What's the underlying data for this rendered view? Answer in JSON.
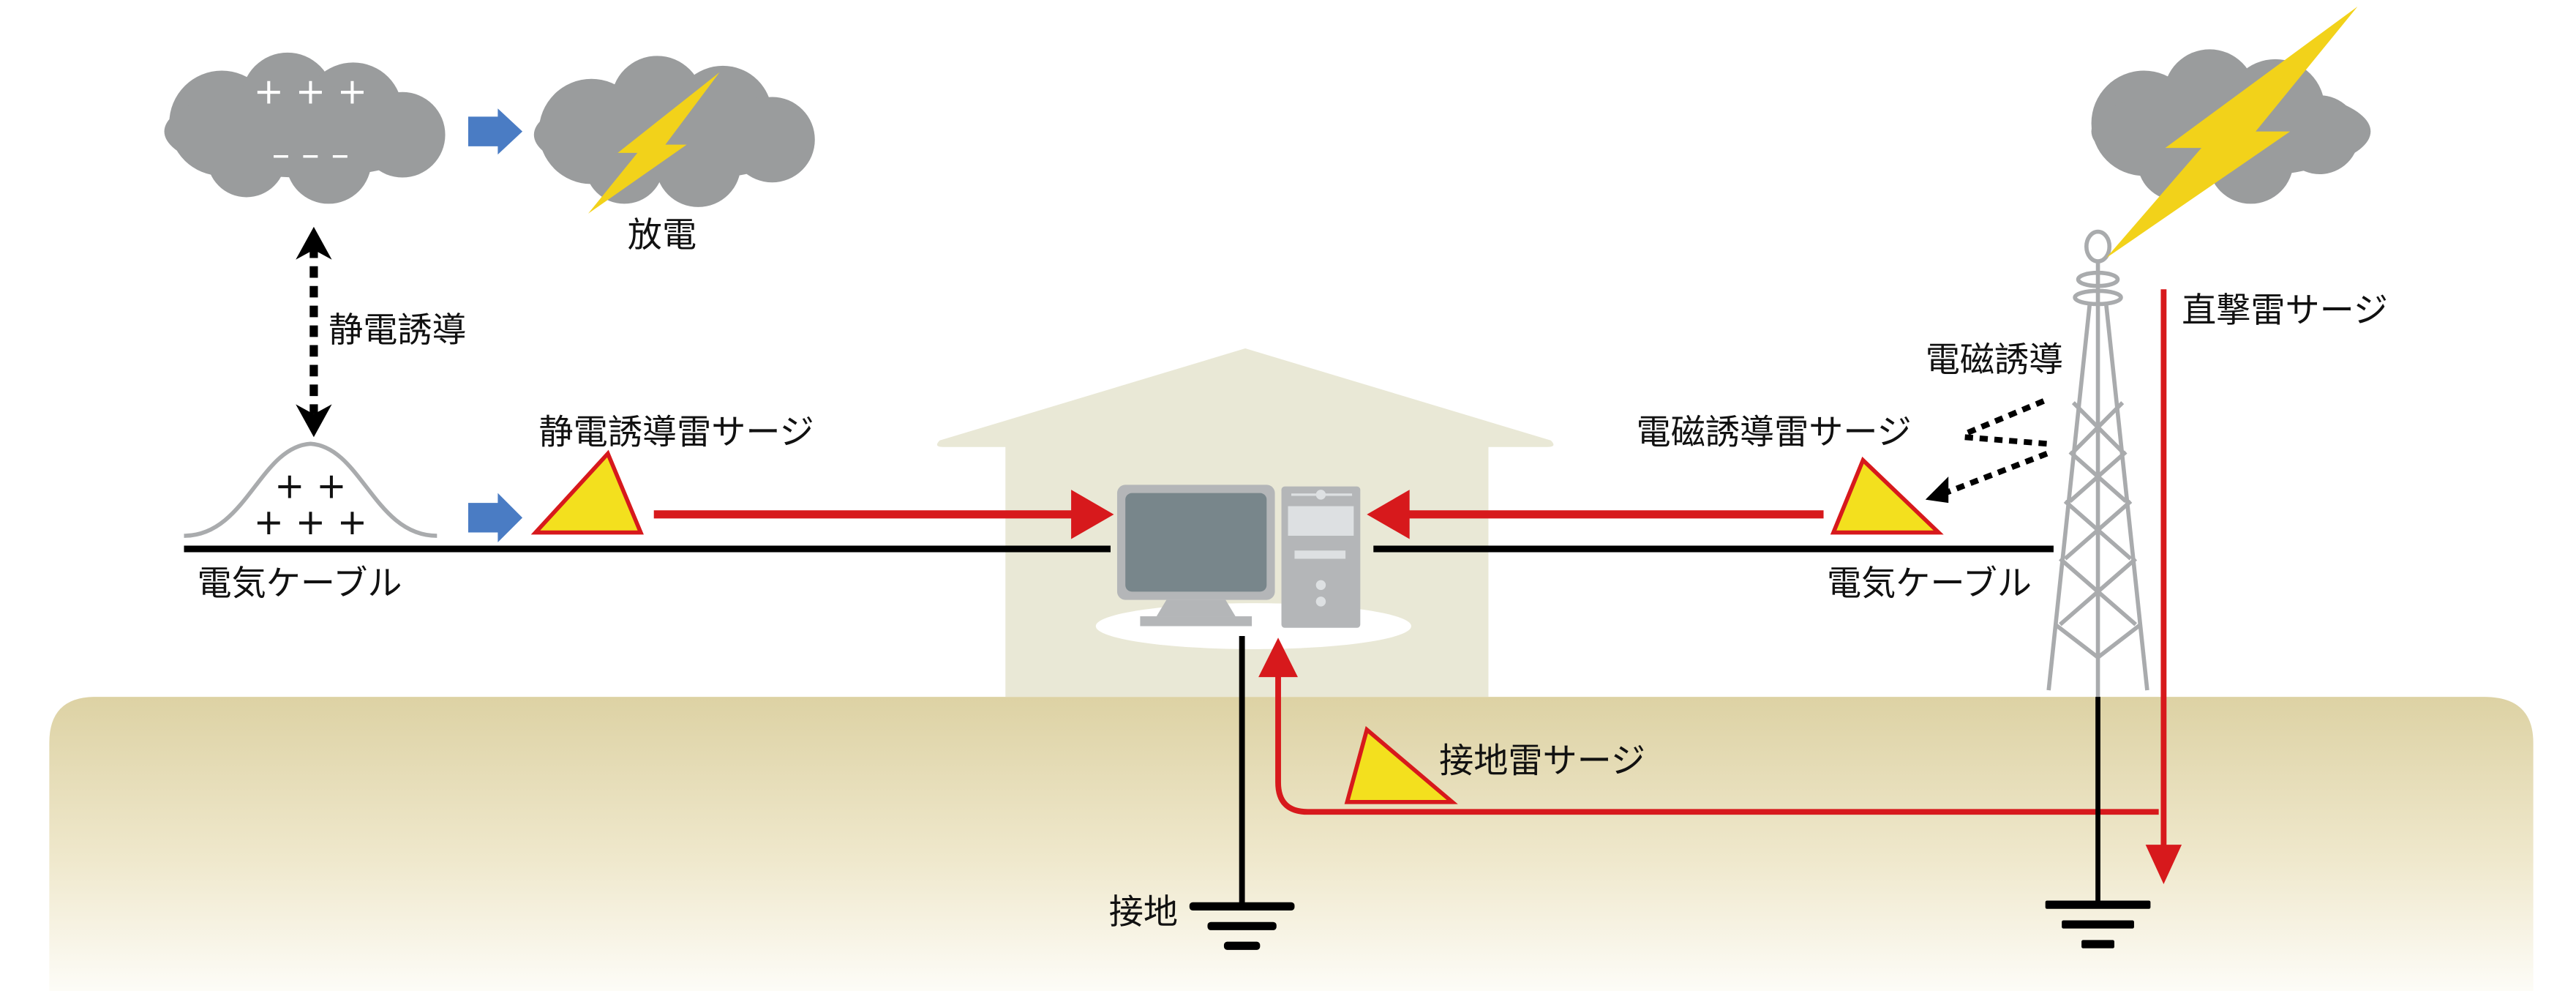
{
  "title": "雷サージの侵入経路",
  "colors": {
    "surge_red": "#d7191c",
    "surge_yellow": "#f3e01e",
    "cloud_gray": "#9a9c9d",
    "bolt_yellow": "#f2d21a",
    "flow_arrow_blue": "#4a7cc4",
    "ground": "#e4dbb0",
    "house": "#e9e8d6",
    "tower_gray": "#a9abad"
  },
  "charged_cloud": {
    "top_charges": "+ + +",
    "bottom_charges": "– – –"
  },
  "discharge_cloud": {
    "label": "放電"
  },
  "electrostatic_induction": {
    "label": "静電誘導",
    "cable_charges_row1": "+ +",
    "cable_charges_row2": "+ + +",
    "surge_label": "静電誘導雷サージ"
  },
  "left_cable": {
    "label": "電気ケーブル"
  },
  "right_cable": {
    "label": "電気ケーブル"
  },
  "electromagnetic_induction": {
    "label": "電磁誘導",
    "surge_label": "電磁誘導雷サージ"
  },
  "direct_strike": {
    "surge_label": "直撃雷サージ"
  },
  "ground_surge": {
    "surge_label": "接地雷サージ"
  },
  "grounding": {
    "label": "接地"
  }
}
